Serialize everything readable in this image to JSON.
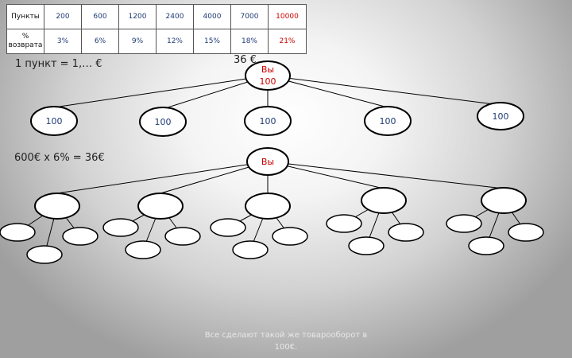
{
  "table": {
    "row1_label": "Пункты",
    "row2_label": "% возврата",
    "points": [
      "200",
      "600",
      "1200",
      "2400",
      "4000",
      "7000",
      "10000"
    ],
    "percents": [
      "3%",
      "6%",
      "9%",
      "12%",
      "15%",
      "18%",
      "21%"
    ]
  },
  "formula_top": "1 пункт = 1,… €",
  "formula_bottom": "600€ x 6% = 36€",
  "bonus_label": "36 €",
  "top_tree": {
    "root_label": "Вы",
    "root_value": "100",
    "child_values": [
      "100",
      "100",
      "100",
      "100",
      "100"
    ]
  },
  "bottom_tree": {
    "root_label": "Вы"
  },
  "footer": "Все сделают такой же товарооборот в 100€.",
  "colors": {
    "accent_red": "#cc0000",
    "table_value_blue": "#1f3a73"
  }
}
